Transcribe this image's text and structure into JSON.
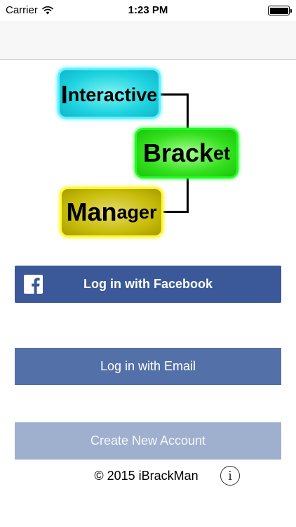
{
  "status_bar": {
    "carrier": "Carrier",
    "time": "1:23 PM",
    "wifi_icon": "wifi-icon",
    "battery_icon": "battery-icon",
    "battery_level": 1.0
  },
  "logo": {
    "word1": {
      "big": "I",
      "small": "nteractive"
    },
    "word2": {
      "big": "Brack",
      "small": "et"
    },
    "word3": {
      "big": "Man",
      "small": "ager"
    },
    "colors": {
      "cyan": "#1ed3e0",
      "green": "#34e01e",
      "yellow": "#c8bd0a"
    }
  },
  "buttons": {
    "facebook_label": "Log in with Facebook",
    "facebook_icon": "facebook-icon",
    "email_label": "Log in with Email",
    "create_label": "Create New Account"
  },
  "footer": {
    "copyright": "© 2015 iBrackMan",
    "info_icon": "info-icon",
    "info_glyph": "i"
  },
  "colors": {
    "facebook_blue": "#3b5998",
    "email_blue": "#5470a8",
    "create_blue": "#9fb0cf"
  }
}
